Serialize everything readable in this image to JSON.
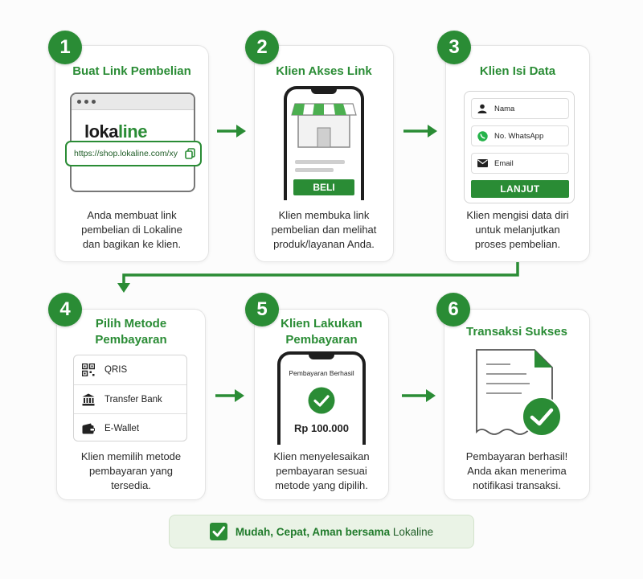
{
  "colors": {
    "accent": "#2a8c35",
    "banner_bg": "#eaf3e6"
  },
  "steps": [
    {
      "number": "1",
      "title": "Buat Link Pembelian",
      "description": "Anda membuat link\npembelian di Lokaline\ndan bagikan ke klien.",
      "brand_prefix": "loka",
      "brand_suffix": "line",
      "url": "https://shop.lokaline.com/xy",
      "icons": [
        "browser-window-icon",
        "copy-icon"
      ]
    },
    {
      "number": "2",
      "title": "Klien Akses Link",
      "description": "Klien membuka link\npembelian dan melihat\nproduk/layanan Anda.",
      "button_label": "BELI",
      "icons": [
        "storefront-icon"
      ]
    },
    {
      "number": "3",
      "title": "Klien Isi Data",
      "description": "Klien mengisi data diri\nuntuk melanjutkan\nproses pembelian.",
      "fields": [
        {
          "label": "Nama",
          "icon": "user-icon"
        },
        {
          "label": "No. WhatsApp",
          "icon": "whatsapp-icon"
        },
        {
          "label": "Email",
          "icon": "mail-icon"
        }
      ],
      "button_label": "LANJUT"
    },
    {
      "number": "4",
      "title": "Pilih Metode\nPembayaran",
      "description": "Klien memilih metode\npembayaran yang\ntersedia.",
      "methods": [
        {
          "label": "QRIS",
          "icon": "qr-code-icon"
        },
        {
          "label": "Transfer Bank",
          "icon": "bank-icon"
        },
        {
          "label": "E-Wallet",
          "icon": "wallet-icon"
        }
      ]
    },
    {
      "number": "5",
      "title": "Klien Lakukan\nPembayaran",
      "description": "Klien menyelesaikan\npembayaran sesuai\nmetode yang dipilih.",
      "status_text": "Pembayaran Berhasil",
      "amount": "Rp 100.000",
      "icons": [
        "check-circle-icon"
      ]
    },
    {
      "number": "6",
      "title": "Transaksi Sukses",
      "description": "Pembayaran berhasil!\nAnda akan menerima\nnotifikasi transaksi.",
      "icons": [
        "receipt-icon",
        "check-circle-icon"
      ]
    }
  ],
  "banner": {
    "text": "Mudah, Cepat, Aman bersama",
    "brand": "Lokaline",
    "icon": "checkbox-icon"
  }
}
